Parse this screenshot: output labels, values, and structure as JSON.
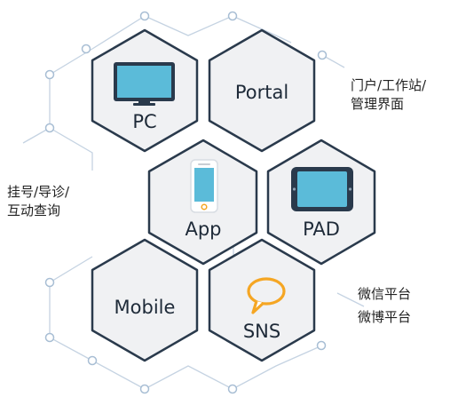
{
  "hexagons": {
    "pc": {
      "label": "PC",
      "icon": "monitor-icon"
    },
    "portal": {
      "label": "Portal"
    },
    "app": {
      "label": "App",
      "icon": "smartphone-icon"
    },
    "pad": {
      "label": "PAD",
      "icon": "tablet-icon"
    },
    "mobile": {
      "label": "Mobile"
    },
    "sns": {
      "label": "SNS",
      "icon": "speech-bubble-icon"
    }
  },
  "notes": {
    "portal": {
      "line1": "门户/工作站/",
      "line2": "管理界面"
    },
    "app": {
      "line1": "挂号/导诊/",
      "line2": "互动查询"
    },
    "sns": {
      "line1": "微信平台",
      "line2": "微博平台"
    }
  },
  "colors": {
    "hex_fill": "#f0f1f3",
    "hex_border": "#2a3a4c",
    "network_line": "#c5d3e2",
    "node_dot": "#a8bed4",
    "screen_blue": "#5bbbd9",
    "dark_bezel": "#2a3a4c",
    "bubble_orange": "#f5a623",
    "label_text": "#1e2a38"
  }
}
